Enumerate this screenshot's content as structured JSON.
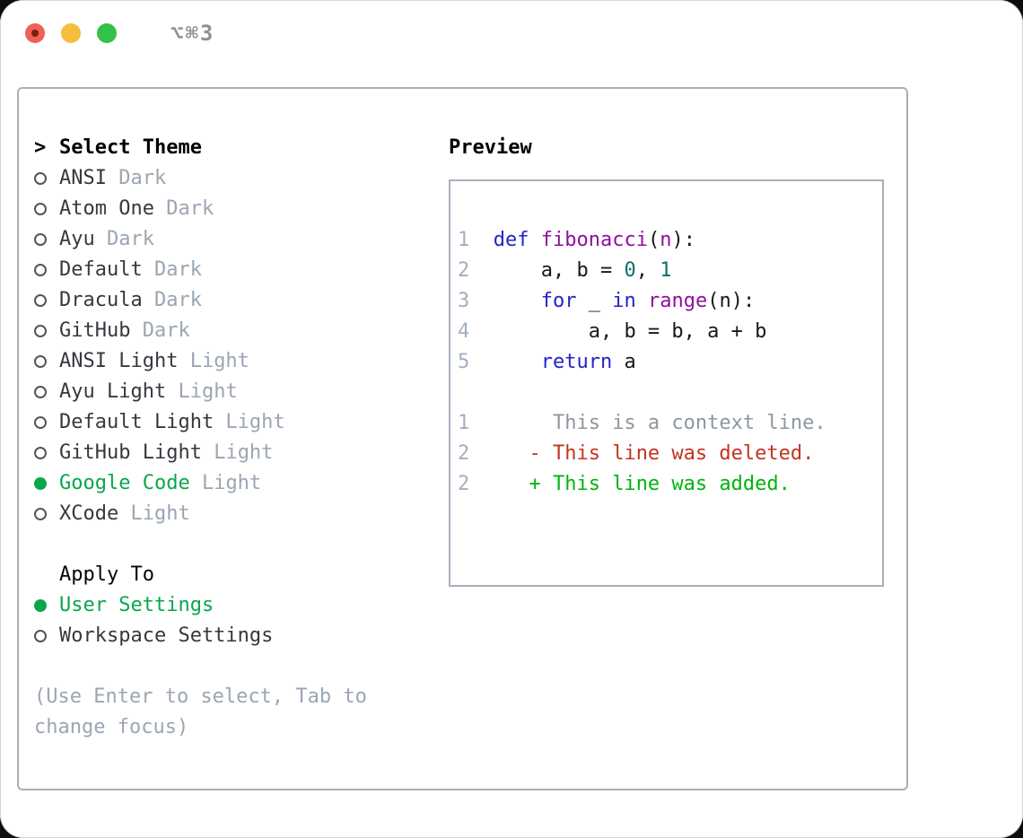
{
  "window": {
    "shortcut": "⌥⌘3",
    "traffic_lights": {
      "close": "#ee6156",
      "minimize": "#f6bd3e",
      "zoom": "#33c248"
    }
  },
  "theme_list": {
    "cursor": ">",
    "title": "Select Theme",
    "items": [
      {
        "name": "ANSI",
        "tag": "Dark",
        "selected": false
      },
      {
        "name": "Atom One",
        "tag": "Dark",
        "selected": false
      },
      {
        "name": "Ayu",
        "tag": "Dark",
        "selected": false
      },
      {
        "name": "Default",
        "tag": "Dark",
        "selected": false
      },
      {
        "name": "Dracula",
        "tag": "Dark",
        "selected": false
      },
      {
        "name": "GitHub",
        "tag": "Dark",
        "selected": false
      },
      {
        "name": "ANSI Light",
        "tag": "Light",
        "selected": false
      },
      {
        "name": "Ayu Light",
        "tag": "Light",
        "selected": false
      },
      {
        "name": "Default Light",
        "tag": "Light",
        "selected": false
      },
      {
        "name": "GitHub Light",
        "tag": "Light",
        "selected": false
      },
      {
        "name": "Google Code",
        "tag": "Light",
        "selected": true
      },
      {
        "name": "XCode",
        "tag": "Light",
        "selected": false
      }
    ],
    "apply_to": {
      "title": "Apply To",
      "options": [
        {
          "name": "User Settings",
          "selected": true
        },
        {
          "name": "Workspace Settings",
          "selected": false
        }
      ]
    },
    "help": "(Use Enter to select, Tab to change focus)",
    "colors": {
      "selected_green": "#0aa64c",
      "item_text": "#35393f",
      "tag_gray": "#9ba6b2",
      "help_gray": "#9ba6b2"
    }
  },
  "preview": {
    "title": "Preview",
    "token_colors": {
      "ln": "#a4afbc",
      "kw": "#2323cb",
      "fn": "#8e109b",
      "num": "#0d6f6a",
      "pl": "#17181c",
      "ctx": "#8e979f",
      "del": "#c43420",
      "add": "#00b30f"
    },
    "lines": [
      [
        {
          "c": "ln",
          "t": "1  "
        },
        {
          "c": "kw",
          "t": "def"
        },
        {
          "c": "pl",
          "t": " "
        },
        {
          "c": "fn",
          "t": "fibonacci"
        },
        {
          "c": "pl",
          "t": "("
        },
        {
          "c": "fn",
          "t": "n"
        },
        {
          "c": "pl",
          "t": "):"
        }
      ],
      [
        {
          "c": "ln",
          "t": "2  "
        },
        {
          "c": "pl",
          "t": "    a, b = "
        },
        {
          "c": "num",
          "t": "0"
        },
        {
          "c": "pl",
          "t": ", "
        },
        {
          "c": "num",
          "t": "1"
        }
      ],
      [
        {
          "c": "ln",
          "t": "3  "
        },
        {
          "c": "pl",
          "t": "    "
        },
        {
          "c": "kw",
          "t": "for"
        },
        {
          "c": "pl",
          "t": " _ "
        },
        {
          "c": "kw",
          "t": "in"
        },
        {
          "c": "pl",
          "t": " "
        },
        {
          "c": "fn",
          "t": "range"
        },
        {
          "c": "pl",
          "t": "(n):"
        }
      ],
      [
        {
          "c": "ln",
          "t": "4  "
        },
        {
          "c": "pl",
          "t": "        a, b = b, a + b"
        }
      ],
      [
        {
          "c": "ln",
          "t": "5  "
        },
        {
          "c": "pl",
          "t": "    "
        },
        {
          "c": "kw",
          "t": "return"
        },
        {
          "c": "pl",
          "t": " a"
        }
      ],
      [],
      [
        {
          "c": "ln",
          "t": "1"
        },
        {
          "c": "ctx",
          "t": "       This is a context line."
        }
      ],
      [
        {
          "c": "ln",
          "t": "2"
        },
        {
          "c": "pl",
          "t": "     "
        },
        {
          "c": "del",
          "t": "- This line was deleted."
        }
      ],
      [
        {
          "c": "ln",
          "t": "2"
        },
        {
          "c": "pl",
          "t": "     "
        },
        {
          "c": "add",
          "t": "+ This line was added."
        }
      ]
    ]
  }
}
